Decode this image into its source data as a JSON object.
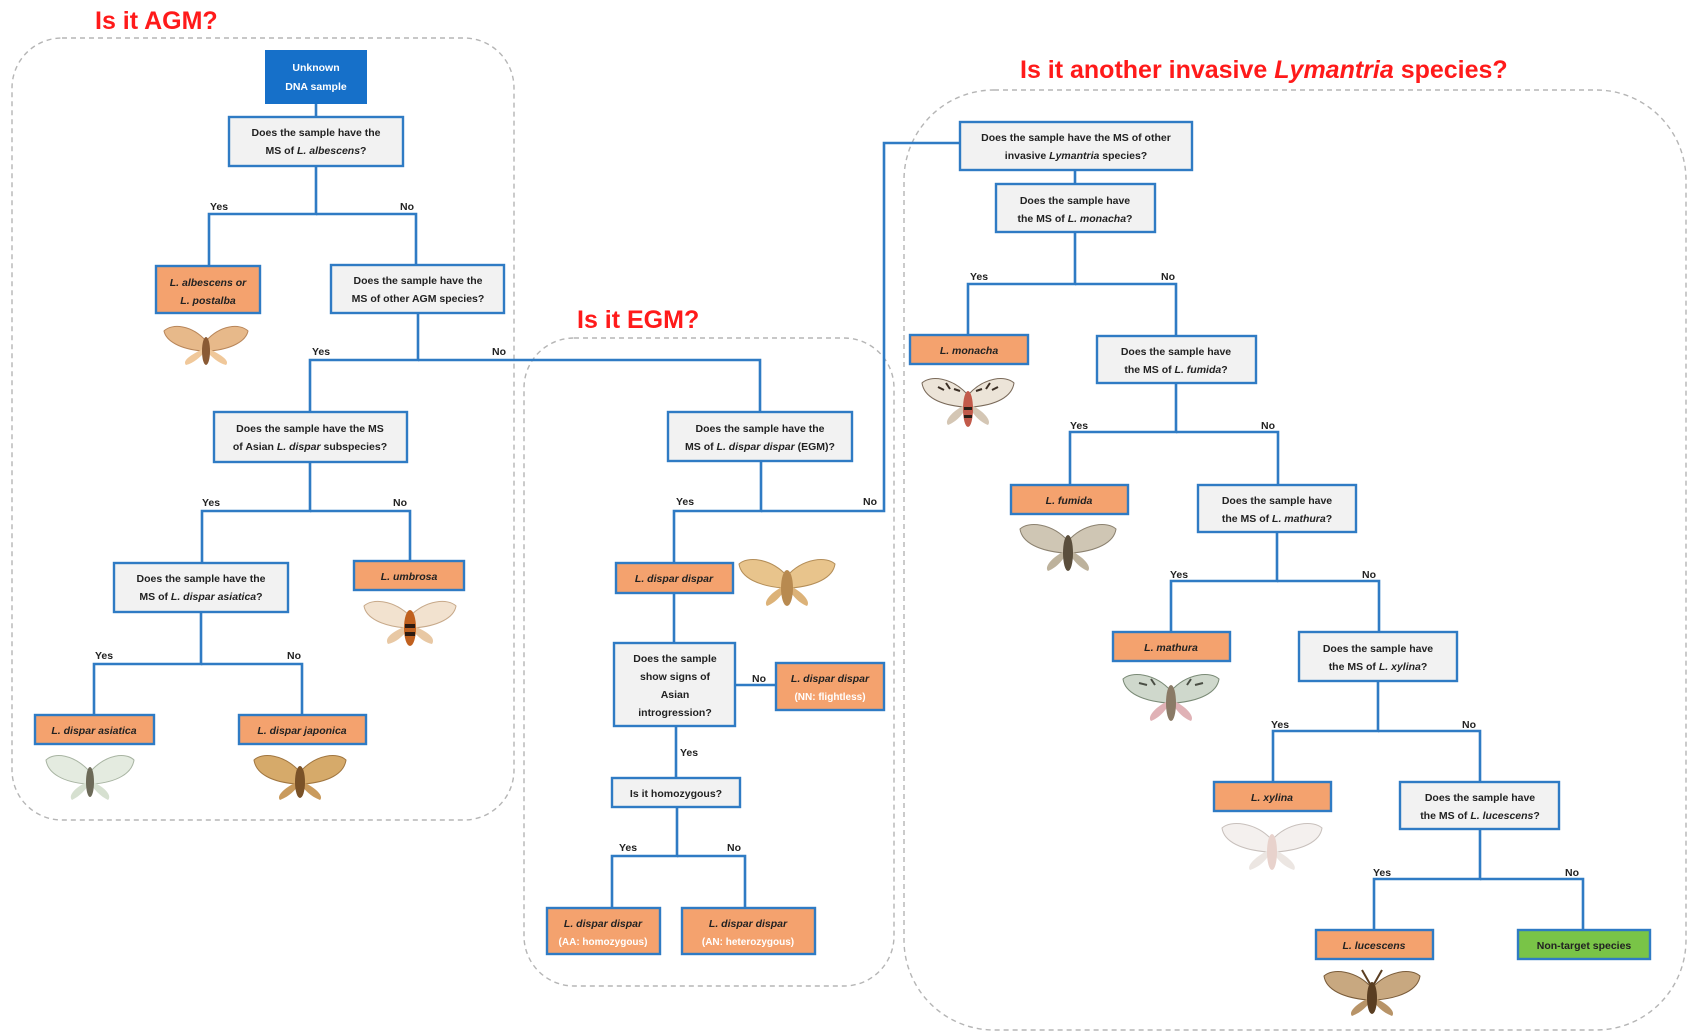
{
  "sections": {
    "agm_title": "Is it AGM?",
    "egm_title": "Is it EGM?",
    "other_title_prefix": "Is it another invasive ",
    "other_title_genus": "Lymantria",
    "other_title_suffix": " species?"
  },
  "start": {
    "line1": "Unknown",
    "line2": "DNA sample"
  },
  "questions": {
    "albescens": {
      "line1": "Does the sample have the",
      "line2a": "MS of ",
      "line2b": "L. albescens",
      "line2c": "?"
    },
    "other_agm": {
      "line1": "Does the sample have the",
      "line2": "MS of other AGM species?"
    },
    "asian_dispar": {
      "line1": "Does the sample have the MS",
      "line2a": "of Asian ",
      "line2b": "L. dispar",
      "line2c": " subspecies?"
    },
    "asiatica": {
      "line1": "Does the sample have the",
      "line2a": "MS of ",
      "line2b": "L. dispar asiatica",
      "line2c": "?"
    },
    "dispar_egm": {
      "line1": "Does the sample have the",
      "line2a": "MS of ",
      "line2b": "L. dispar dispar",
      "line2c": " (EGM)?"
    },
    "introgression": {
      "line1": "Does the sample",
      "line2": "show signs of",
      "line3": "Asian",
      "line4": "introgression?"
    },
    "homozygous": {
      "line1": "Is it homozygous?"
    },
    "other_invasive": {
      "line1": "Does the sample have the MS of other",
      "line2a": "invasive ",
      "line2b": "Lymantria",
      "line2c": " species?"
    },
    "monacha": {
      "line1": "Does the sample have",
      "line2a": "the MS of ",
      "line2b": "L. monacha",
      "line2c": "?"
    },
    "fumida": {
      "line1": "Does the sample have",
      "line2a": "the MS of ",
      "line2b": "L. fumida",
      "line2c": "?"
    },
    "mathura": {
      "line1": "Does the sample have",
      "line2a": "the MS of ",
      "line2b": "L. mathura",
      "line2c": "?"
    },
    "xylina": {
      "line1": "Does the sample have",
      "line2a": "the MS of ",
      "line2b": "L. xylina",
      "line2c": "?"
    },
    "lucescens": {
      "line1": "Does the sample have",
      "line2a": "the MS of ",
      "line2b": "L. lucescens",
      "line2c": "?"
    }
  },
  "leaves": {
    "albescens_postalba": {
      "line1": "L. albescens or",
      "line2": "L. postalba"
    },
    "umbrosa": {
      "line1": "L. umbrosa"
    },
    "dispar_asiatica": {
      "line1": "L. dispar asiatica"
    },
    "dispar_japonica": {
      "line1": "L. dispar japonica"
    },
    "dispar_dispar": {
      "line1": "L. dispar dispar"
    },
    "dispar_nn": {
      "line1": "L. dispar dispar",
      "line2": "(NN: flightless)"
    },
    "dispar_aa": {
      "line1": "L. dispar dispar",
      "line2": "(AA: homozygous)"
    },
    "dispar_an": {
      "line1": "L. dispar dispar",
      "line2": "(AN: heterozygous)"
    },
    "monacha": {
      "line1": "L. monacha"
    },
    "fumida": {
      "line1": "L. fumida"
    },
    "mathura": {
      "line1": "L. mathura"
    },
    "xylina": {
      "line1": "L. xylina"
    },
    "lucescens": {
      "line1": "L. lucescens"
    },
    "non_target": {
      "line1": "Non-target species"
    }
  },
  "labels": {
    "yes": "Yes",
    "no": "No"
  },
  "colors": {
    "title_red": "#ff1a1a",
    "edge_blue": "#2f7bc4",
    "start_blue": "#1670c9",
    "leaf_orange": "#f4a26e",
    "question_gray": "#f2f2f2",
    "non_target_green": "#79c447"
  },
  "images": {
    "moth_albescens": "moth-photo",
    "moth_umbrosa": "moth-photo",
    "moth_asiatica": "moth-photo",
    "moth_japonica": "moth-photo",
    "moth_dispar": "moth-photo",
    "moth_monacha": "moth-photo",
    "moth_fumida": "moth-photo",
    "moth_mathura": "moth-photo",
    "moth_xylina": "moth-photo",
    "moth_lucescens": "moth-photo"
  }
}
